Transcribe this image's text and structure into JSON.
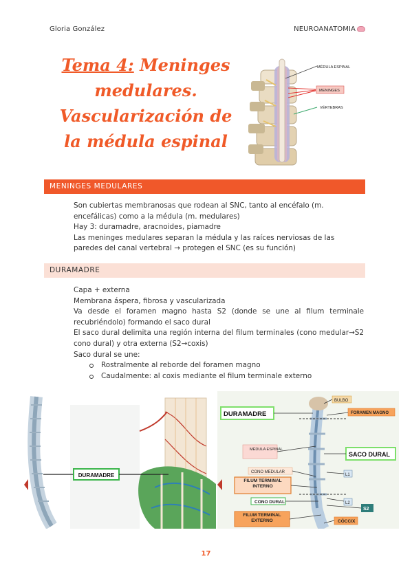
{
  "header": {
    "author": "Gloria González",
    "subject": "NEUROANATOMIA"
  },
  "title": {
    "underlined": "Tema 4:",
    "rest": " Meninges medulares. Vascularización de la médula espinal"
  },
  "figure_top": {
    "labels": [
      "MÉDULA ESPINAL",
      "MENINGES",
      "VÉRTEBRAS"
    ]
  },
  "sections": [
    {
      "heading": "MENINGES MEDULARES",
      "lines": [
        "Son cubiertas membranosas que rodean al SNC, tanto al encéfalo (m. encefálicas) como a la médula (m. medulares)",
        "Hay 3: duramadre, aracnoides, piamadre",
        "Las meninges medulares separan la médula y las raíces nerviosas de las paredes del canal vertebral → protegen el SNC (es su función)"
      ]
    },
    {
      "heading": "DURAMADRE",
      "lines": [
        "Capa + externa",
        "Membrana áspera, fibrosa y vascularizada",
        "Va desde el foramen magno hasta S2 (donde se une al filum terminale recubriéndolo) formando el saco dural",
        "El saco dural delimita una región interna del filum terminales (cono medular→S2 cono dural) y otra externa (S2→coxis)",
        "Saco dural se une:"
      ],
      "bullets": [
        "Rostralmente al reborde del foramen magno",
        "Caudalmente: al coxis mediante el filum terminale externo"
      ]
    }
  ],
  "figure_bottom": {
    "left_label": "DURAMADRE",
    "right_labels": {
      "duramadre": "DURAMADRE",
      "bulbo": "BULBO",
      "foramen": "FORAMEN MAGNO",
      "medula": "MÉDULA ESPINAL",
      "saco": "SACO DURAL",
      "cono_medular": "CONO MEDULAR",
      "filum_interno": "FILUM TERMINAL INTERNO",
      "cono_dural": "CONO DURAL",
      "filum_externo": "FILUM TERMINAL EXTERNO",
      "coccix": "CÓCCIX",
      "l1": "L1",
      "l2": "L2",
      "s2": "S2"
    }
  },
  "page_number": "17"
}
